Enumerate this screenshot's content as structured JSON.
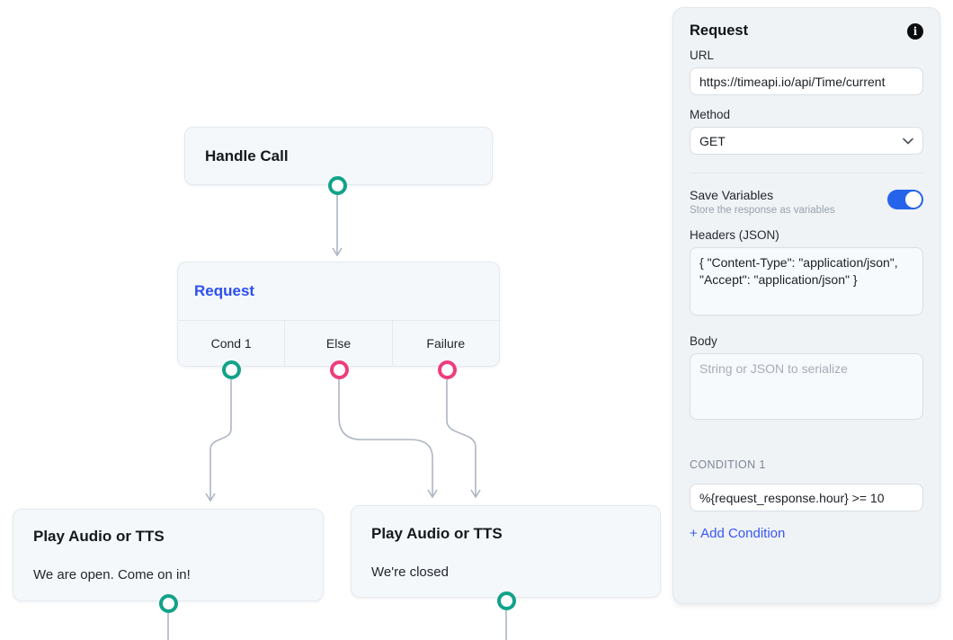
{
  "colors": {
    "node_title_blue": "#2b4ff2",
    "link_blue": "#3a56f3",
    "toggle_blue": "#2563eb",
    "port_teal": "#12a28a",
    "port_pink": "#ee3d7c",
    "edge_gray": "#aeb6c2"
  },
  "icons": {
    "info_glyph": "i"
  },
  "canvas": {
    "handle_call": {
      "title": "Handle Call"
    },
    "request_node": {
      "title": "Request",
      "ports": [
        {
          "label": "Cond 1",
          "color": "teal"
        },
        {
          "label": "Else",
          "color": "pink"
        },
        {
          "label": "Failure",
          "color": "pink"
        }
      ]
    },
    "play_open": {
      "title": "Play Audio or TTS",
      "text": "We are open. Come on in!"
    },
    "play_closed": {
      "title": "Play Audio or TTS",
      "text": "We're closed"
    }
  },
  "panel": {
    "title": "Request",
    "fields": {
      "url": {
        "label": "URL",
        "value": "https://timeapi.io/api/Time/current"
      },
      "method": {
        "label": "Method",
        "value": "GET"
      },
      "save_variables": {
        "label": "Save Variables",
        "description": "Store the response as variables",
        "enabled": true
      },
      "headers": {
        "label": "Headers (JSON)",
        "value": "{ \"Content-Type\": \"application/json\", \"Accept\": \"application/json\" }"
      },
      "body": {
        "label": "Body",
        "placeholder": "String or JSON to serialize",
        "value": ""
      }
    },
    "condition": {
      "label": "CONDITION 1",
      "value": "%{request_response.hour} >= 10",
      "add_label": "+ Add Condition"
    }
  }
}
